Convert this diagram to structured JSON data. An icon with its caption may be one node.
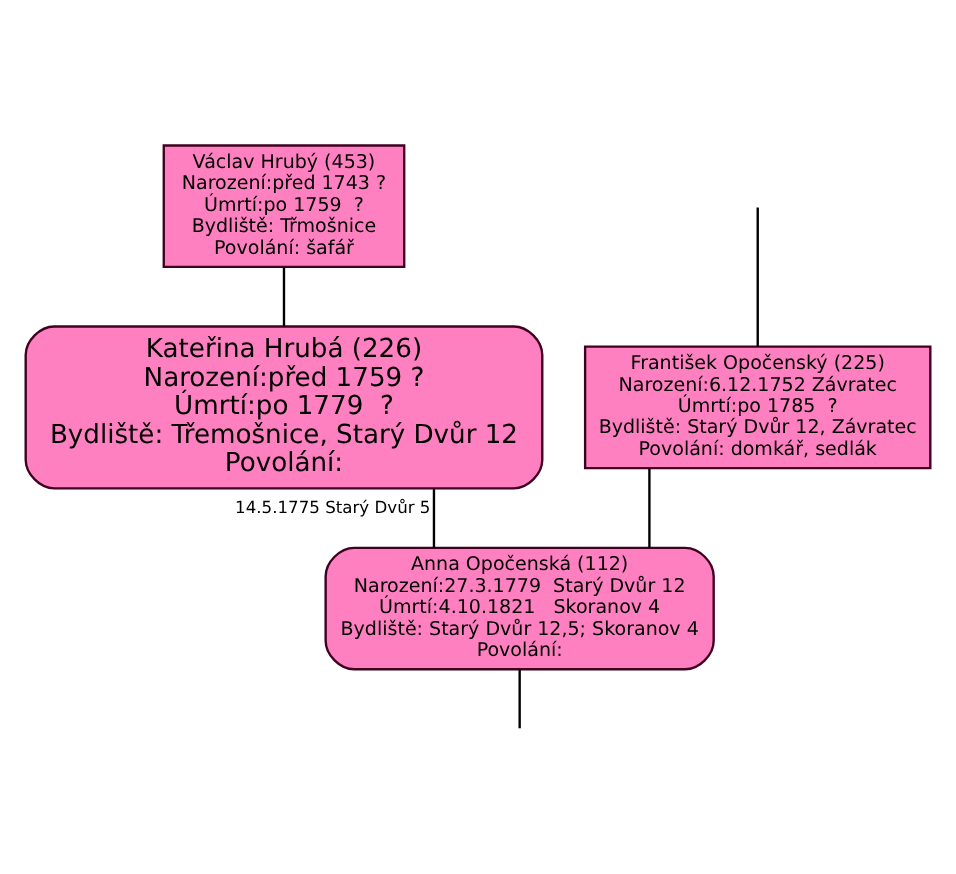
{
  "diagram": {
    "nodes": [
      {
        "text": [
          "Václav Hrubý (453)",
          "Narození:před 1743 ?",
          "Úmrtí:po 1759  ?",
          "Bydliště: Třmošnice",
          "Povolání: šafář"
        ]
      },
      {
        "text": [
          "Kateřina Hrubá (226)",
          "Narození:před 1759 ?",
          "Úmrtí:po 1779  ?",
          "Bydliště: Třemošnice, Starý Dvůr 12",
          "Povolání:"
        ]
      },
      {
        "text": [
          "František Opočenský (225)",
          "Narození:6.12.1752 Závratec",
          "Úmrtí:po 1785  ?",
          "Bydliště: Starý Dvůr 12, Závratec",
          "Povolání: domkář, sedlák"
        ]
      },
      {
        "text": [
          "Anna Opočenská (112)",
          "Narození:27.3.1779  Starý Dvůr 12",
          "Úmrtí:4.10.1821   Skoranov 4",
          "Bydliště: Starý Dvůr 12,5; Skoranov 4",
          "Povolání:"
        ]
      }
    ],
    "edges": [
      {
        "from": 0,
        "to": 1,
        "arrow": "none"
      },
      {
        "from": null,
        "to": 2,
        "arrow": "none"
      },
      {
        "from": 1,
        "to": 3,
        "arrow": "none",
        "label": "14.5.1775 Starý Dvůr 5"
      },
      {
        "from": 2,
        "to": 3,
        "arrow": "none"
      },
      {
        "from": 3,
        "to": null,
        "arrow": "none"
      }
    ]
  }
}
